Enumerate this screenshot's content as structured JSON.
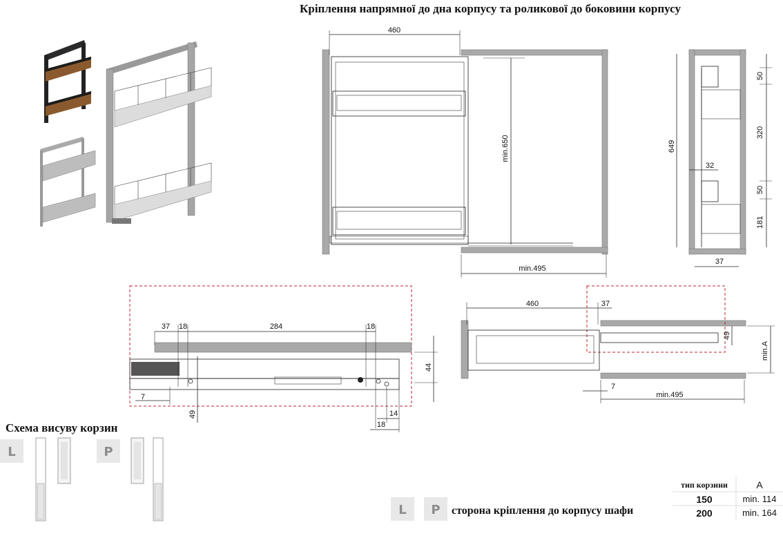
{
  "title": "Кріплення напрямної до дна корпусу та роликової до боковини корпусу",
  "scheme_title": "Схема висуву корзин",
  "side_note": "сторона кріплення до корпусу шафи",
  "badges": {
    "left": "L",
    "right": "P"
  },
  "front_view": {
    "width_top": "460",
    "height": "min.650",
    "depth_bottom": "min.495"
  },
  "side_view": {
    "total": "649",
    "top_gap": "50",
    "middle": "320",
    "mid_gap": "50",
    "bottom": "181",
    "inner": "32",
    "offset": "37"
  },
  "rail_detail": {
    "d1": "37",
    "d2": "18",
    "d3": "284",
    "d4": "18",
    "d5": "44",
    "d6": "7",
    "d7": "49",
    "d8": "14",
    "d9": "18"
  },
  "top_view": {
    "width": "460",
    "offset": "37",
    "gap": "49",
    "min_a": "min.A",
    "gap_bottom": "7",
    "depth": "min.495"
  },
  "table": {
    "headers": [
      "тип корзини",
      "A"
    ],
    "rows": [
      [
        "150",
        "min. 114"
      ],
      [
        "200",
        "min. 164"
      ]
    ]
  }
}
